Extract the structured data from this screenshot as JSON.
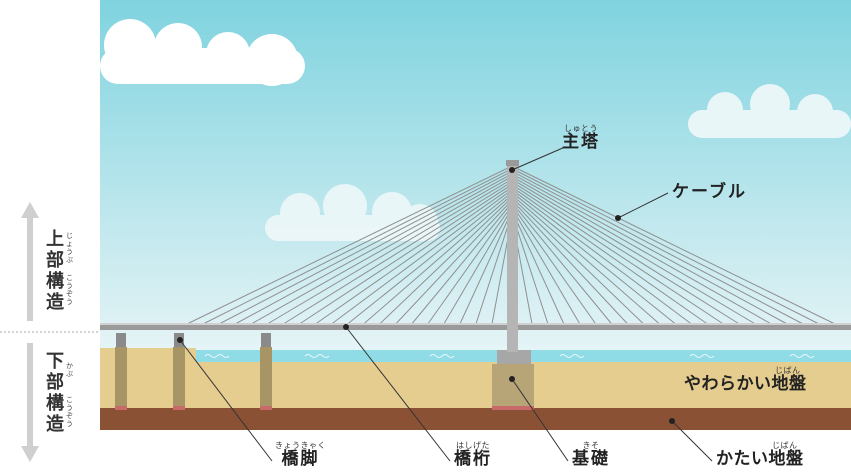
{
  "colors": {
    "sky_top": "#7fd3df",
    "sky_bottom": "#e6f4f6",
    "water": "#8fdbe6",
    "soft_ground": "#e4cd8e",
    "hard_ground": "#8b5134",
    "tower": "#b5b5b5",
    "deck": "#9a9a9a",
    "cable": "#8f8f8f",
    "pier": "#a89566",
    "foundation": "#b7a477",
    "arrow": "#cfcfcf"
  },
  "side": {
    "upper": {
      "chars": [
        "上",
        "部",
        "構",
        "造"
      ],
      "ruby": [
        "じょうぶ",
        "こうぞう"
      ]
    },
    "lower": {
      "chars": [
        "下",
        "部",
        "構",
        "造"
      ],
      "ruby": [
        "かぶ",
        "こうぞう"
      ]
    }
  },
  "labels": {
    "tower": {
      "text": "主塔",
      "ruby": "しゅとう"
    },
    "cable": {
      "text": "ケーブル"
    },
    "soft": {
      "text": "やわらかい地盤",
      "ruby": "じばん"
    },
    "pier": {
      "text": "橋脚",
      "ruby": "きょうきゃく"
    },
    "girder": {
      "text": "橋桁",
      "ruby": "はしげた"
    },
    "foundation": {
      "text": "基礎",
      "ruby": "きそ"
    },
    "hard": {
      "text": "かたい地盤",
      "ruby": "じばん"
    }
  }
}
